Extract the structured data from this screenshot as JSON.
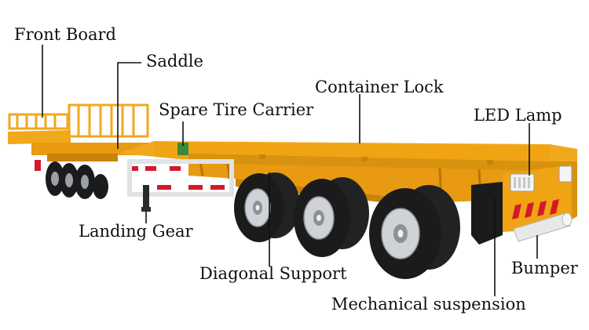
{
  "photo": {
    "subject_colors": {
      "frame": "#f2a81d",
      "frame_dark": "#c9820a",
      "tire": "#1b1b1b",
      "rim": "#cfd3d7",
      "reflector_red": "#d3192a",
      "leader_line": "#111111"
    }
  },
  "labels": {
    "front_board": "Front Board",
    "saddle": "Saddle",
    "container_lock": "Container Lock",
    "spare_tire_carrier": "Spare Tire Carrier",
    "led_lamp": "LED Lamp",
    "landing_gear": "Landing Gear",
    "diagonal_support": "Diagonal Support",
    "bumper": "Bumper",
    "mechanical_suspension": "Mechanical suspension"
  }
}
